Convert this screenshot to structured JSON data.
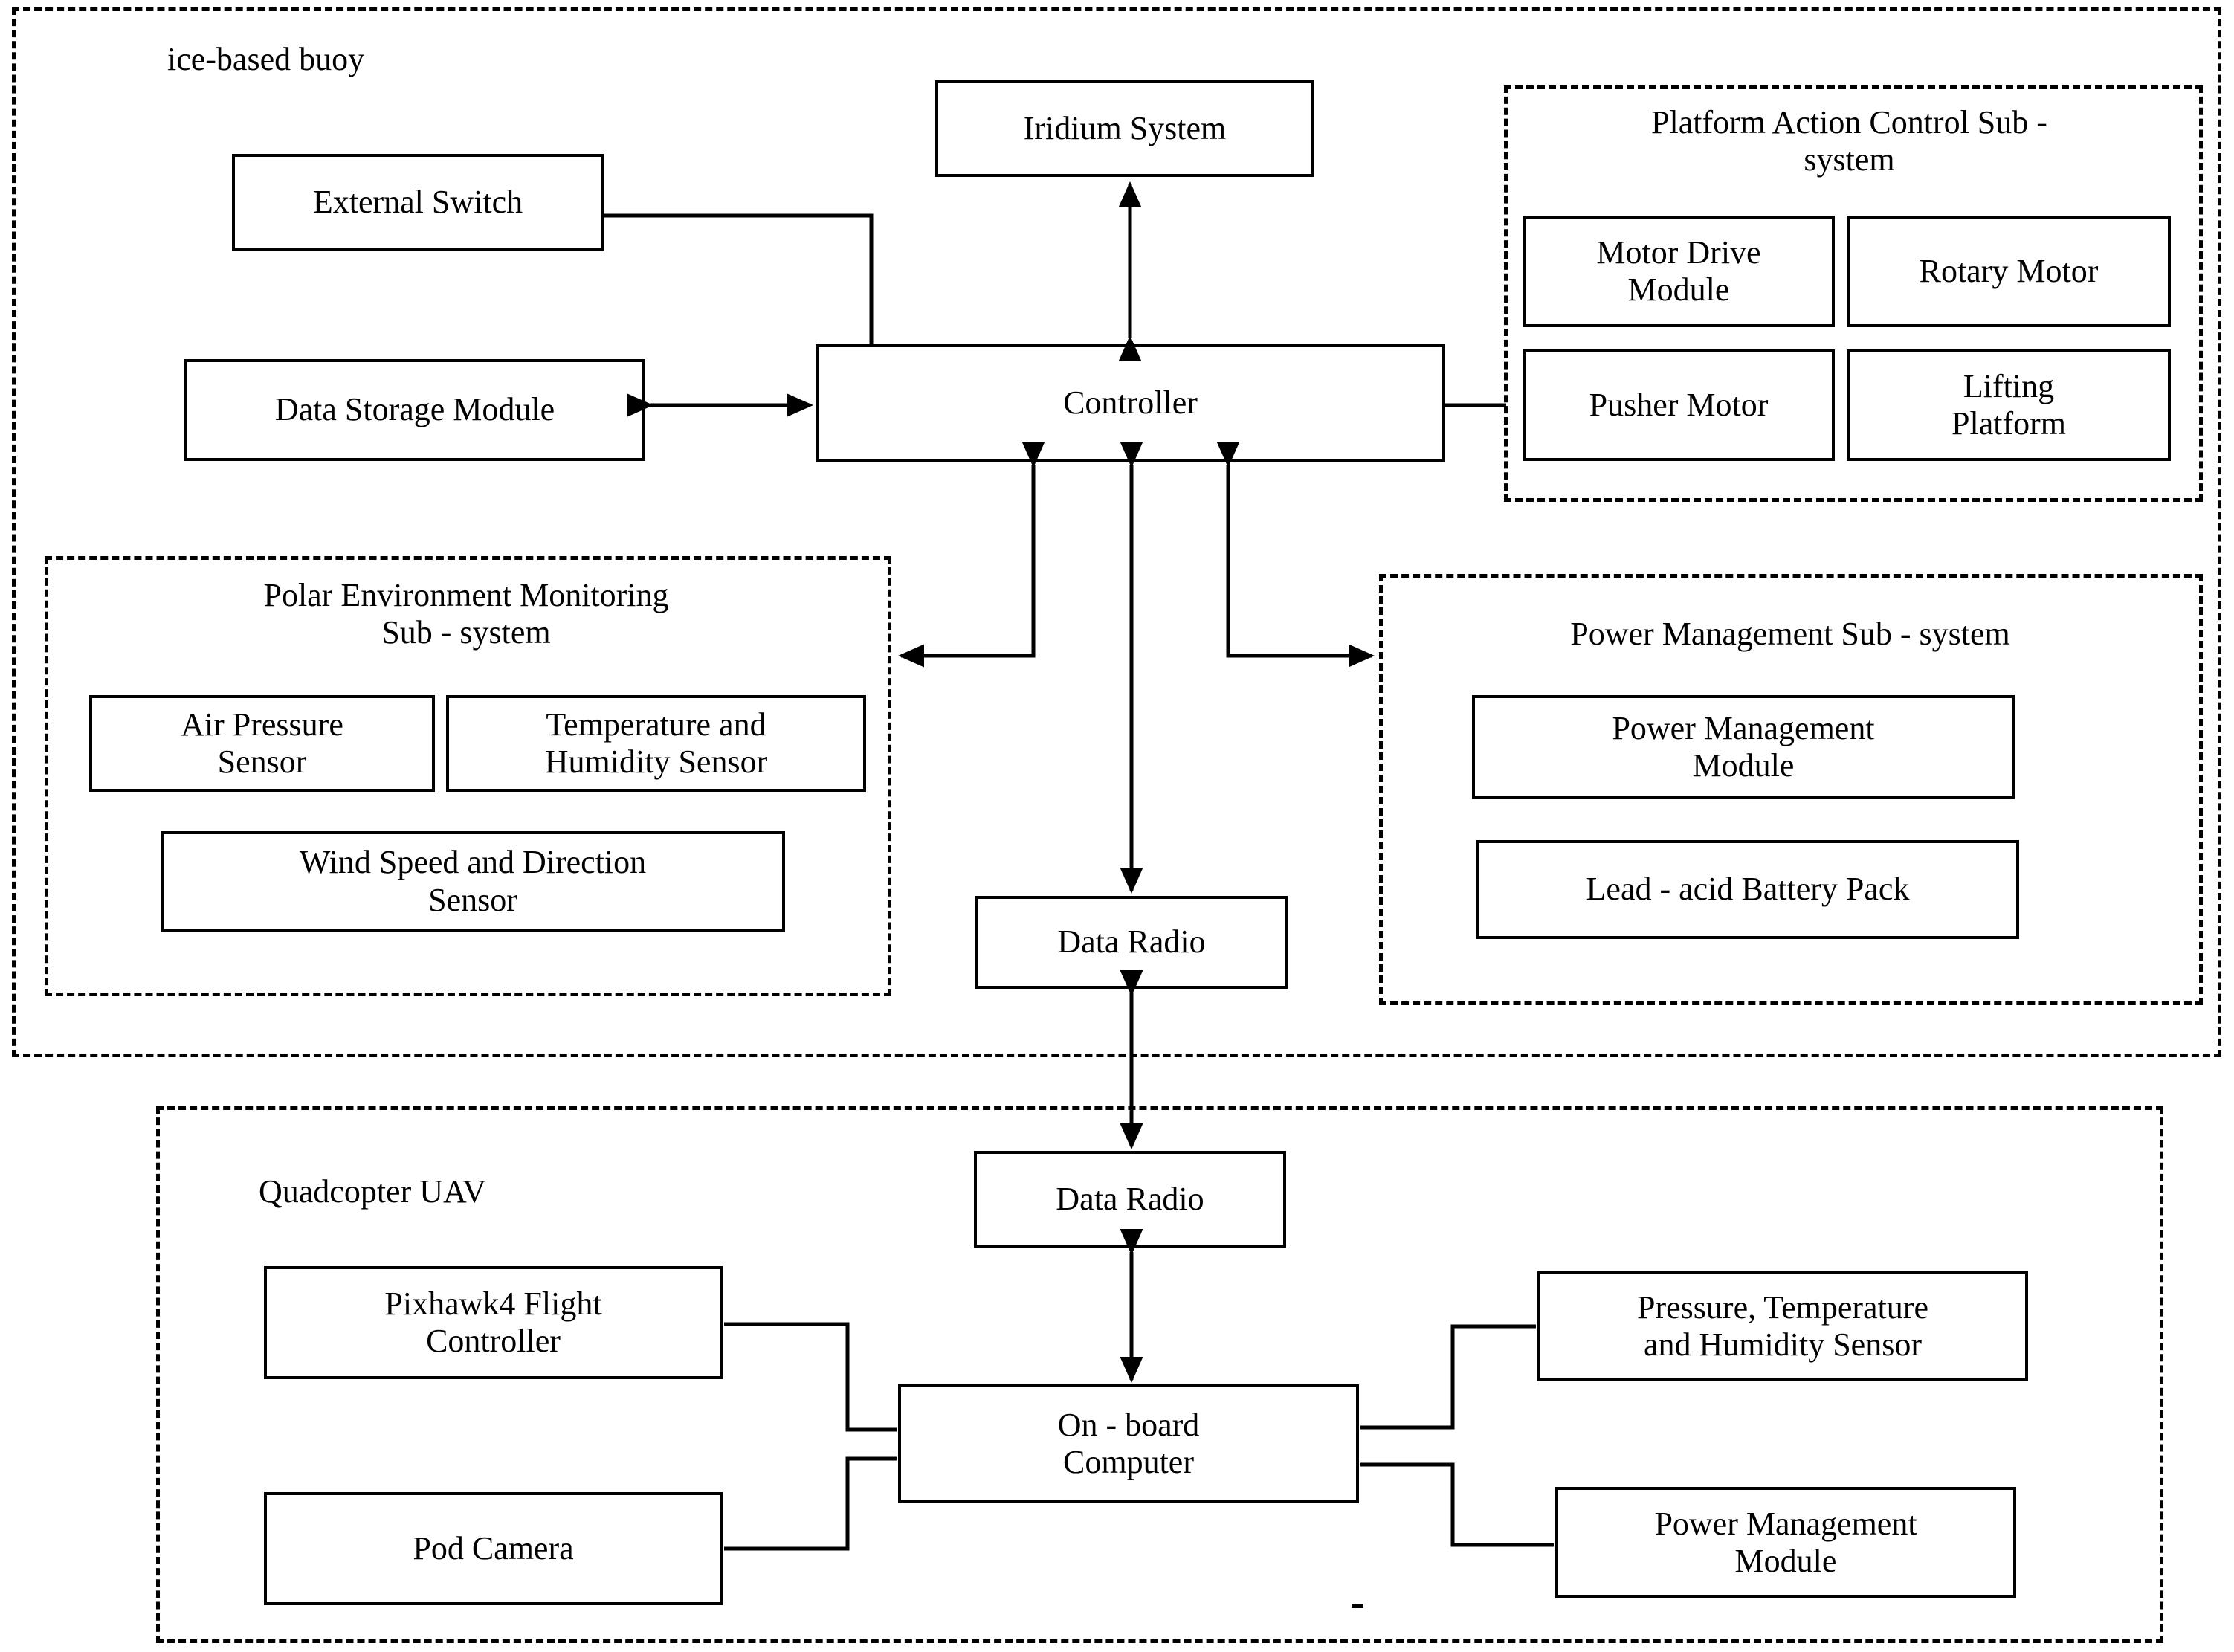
{
  "diagram": {
    "title": "Ice-based buoy and Quadcopter UAV system architecture",
    "accent_color": "#000000",
    "background_color": "#ffffff"
  },
  "groups": {
    "buoy": {
      "label": "ice-based buoy"
    },
    "platform_action": {
      "label": "Platform Action Control Sub -\nsystem"
    },
    "polar_env": {
      "label": "Polar Environment Monitoring\nSub - system"
    },
    "power_mgmt": {
      "label": "Power Management Sub - system"
    },
    "uav": {
      "label": "Quadcopter UAV"
    }
  },
  "boxes": {
    "iridium_system": "Iridium  System",
    "external_switch": "External Switch",
    "data_storage_module": "Data Storage Module",
    "controller": "Controller",
    "motor_drive_module": "Motor Drive\nModule",
    "rotary_motor": "Rotary Motor",
    "pusher_motor": "Pusher Motor",
    "lifting_platform": "Lifting\nPlatform",
    "air_pressure_sensor": "Air Pressure\nSensor",
    "temp_humidity_sensor": "Temperature and\nHumidity Sensor",
    "wind_sensor": "Wind Speed and Direction\nSensor",
    "power_management_module": "Power Management\nModule",
    "lead_acid_battery_pack": "Lead - acid Battery Pack",
    "data_radio_buoy": "Data Radio",
    "data_radio_uav": "Data Radio",
    "pixhawk_flight_controller": "Pixhawk4 Flight\nController",
    "pod_camera": "Pod Camera",
    "onboard_computer": "On - board\nComputer",
    "uav_pressure_temp_humidity_sensor": "Pressure, Temperature\nand Humidity Sensor",
    "uav_power_management_module": "Power Management\nModule"
  },
  "connections": [
    {
      "from": "controller",
      "to": "iridium_system",
      "arrows": "both"
    },
    {
      "from": "external_switch",
      "to": "controller",
      "arrows": "none"
    },
    {
      "from": "data_storage_module",
      "to": "controller",
      "arrows": "both"
    },
    {
      "from": "controller",
      "to": "platform_action",
      "arrows": "none"
    },
    {
      "from": "controller",
      "to": "polar_env",
      "arrows": "one"
    },
    {
      "from": "controller",
      "to": "power_mgmt",
      "arrows": "one"
    },
    {
      "from": "controller",
      "to": "data_radio_buoy",
      "arrows": "both"
    },
    {
      "from": "data_radio_buoy",
      "to": "data_radio_uav",
      "arrows": "both"
    },
    {
      "from": "data_radio_uav",
      "to": "onboard_computer",
      "arrows": "both"
    },
    {
      "from": "pixhawk_flight_controller",
      "to": "onboard_computer",
      "arrows": "none"
    },
    {
      "from": "pod_camera",
      "to": "onboard_computer",
      "arrows": "none"
    },
    {
      "from": "onboard_computer",
      "to": "uav_pressure_temp_humidity_sensor",
      "arrows": "none"
    },
    {
      "from": "onboard_computer",
      "to": "uav_power_management_module",
      "arrows": "none"
    }
  ]
}
